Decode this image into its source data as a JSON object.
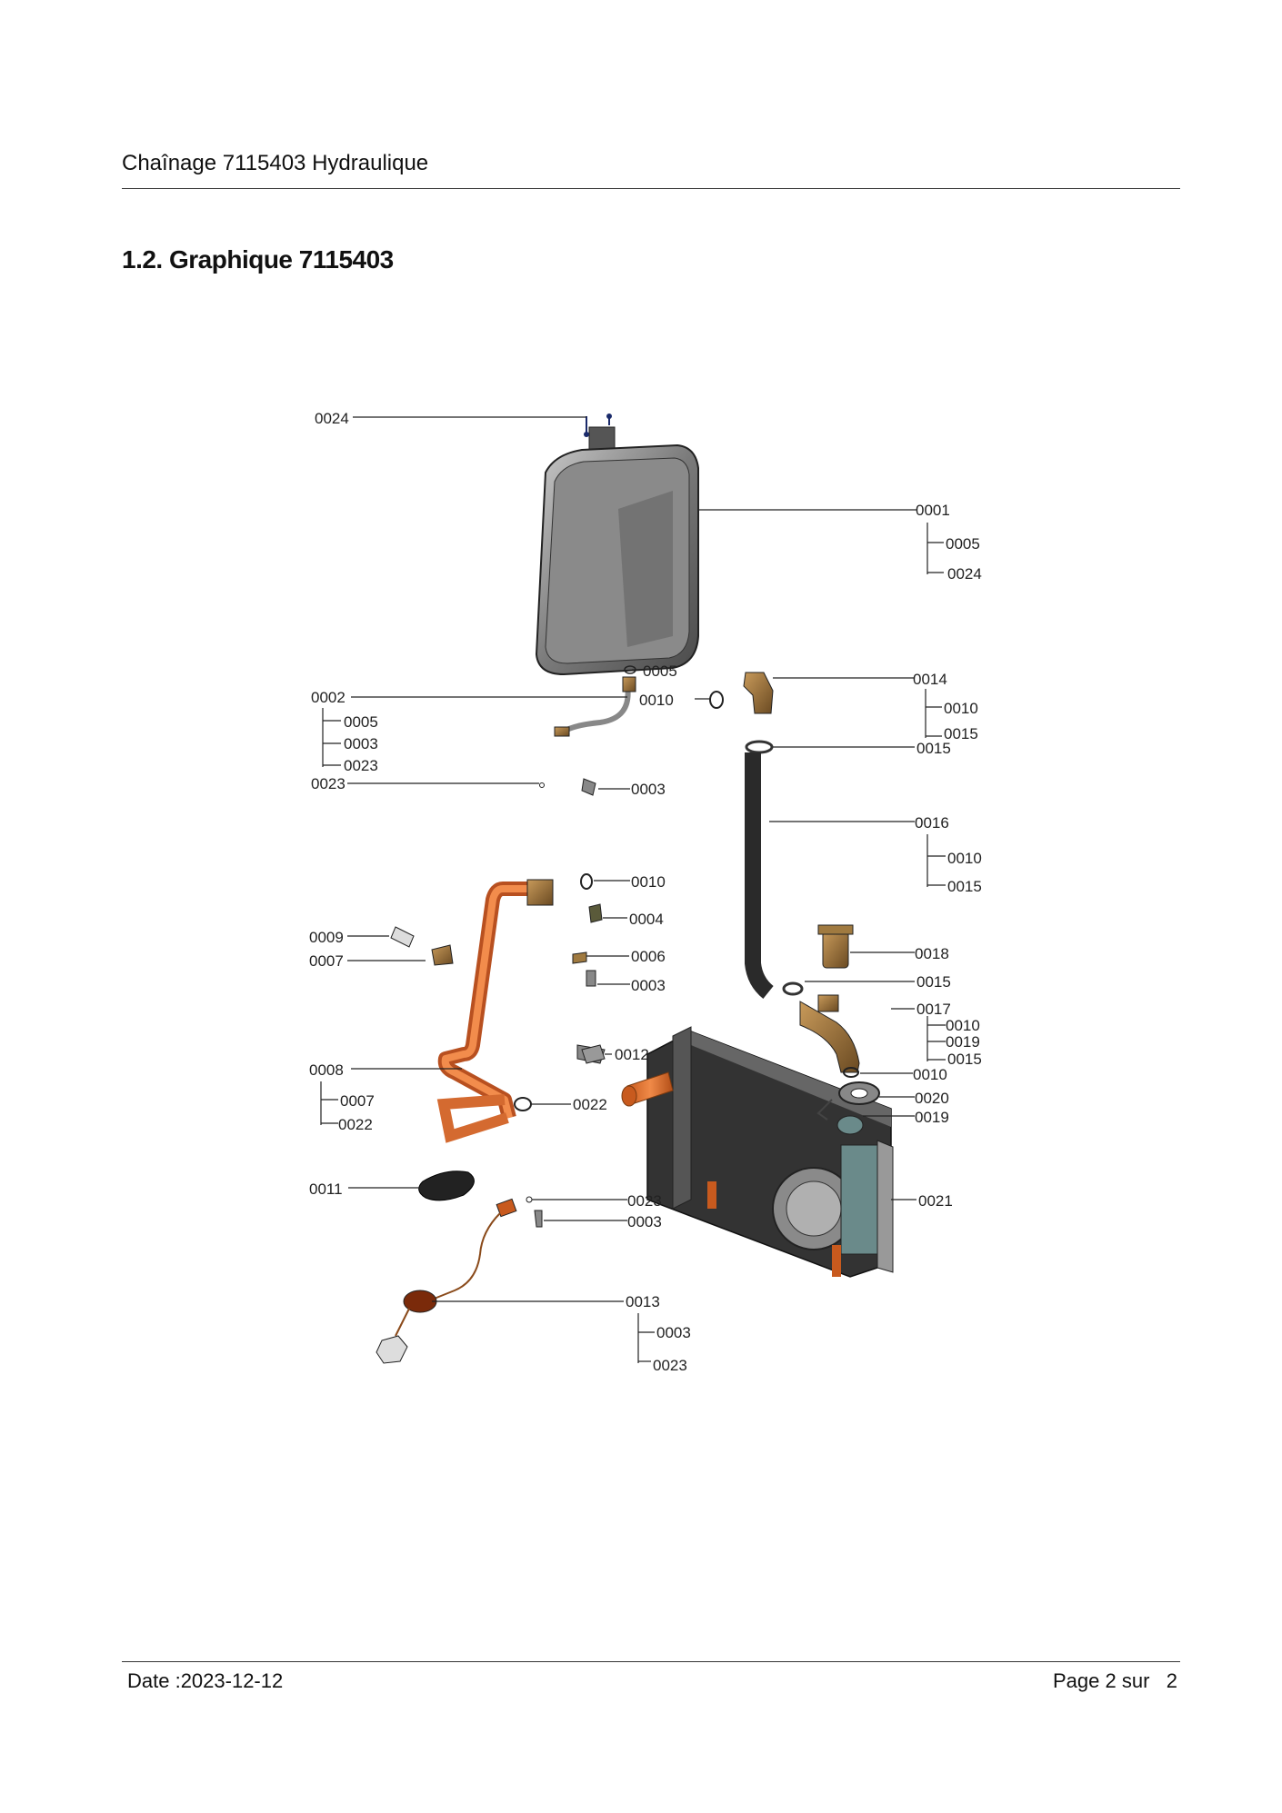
{
  "header": {
    "title": "Chaînage 7115403 Hydraulique"
  },
  "section": {
    "title": "1.2. Graphique 7115403"
  },
  "diagram": {
    "callouts": [
      {
        "text": "0024"
      },
      {
        "text": "0001"
      },
      {
        "text": "0005"
      },
      {
        "text": "0024"
      },
      {
        "text": "0005"
      },
      {
        "text": "0010"
      },
      {
        "text": "0014"
      },
      {
        "text": "0010"
      },
      {
        "text": "0015"
      },
      {
        "text": "0015"
      },
      {
        "text": "0002"
      },
      {
        "text": "0005"
      },
      {
        "text": "0003"
      },
      {
        "text": "0023"
      },
      {
        "text": "0023"
      },
      {
        "text": "0003"
      },
      {
        "text": "0016"
      },
      {
        "text": "0010"
      },
      {
        "text": "0015"
      },
      {
        "text": "0010"
      },
      {
        "text": "0004"
      },
      {
        "text": "0009"
      },
      {
        "text": "0007"
      },
      {
        "text": "0006"
      },
      {
        "text": "0003"
      },
      {
        "text": "0018"
      },
      {
        "text": "0015"
      },
      {
        "text": "0017"
      },
      {
        "text": "0010"
      },
      {
        "text": "0019"
      },
      {
        "text": "0015"
      },
      {
        "text": "0010"
      },
      {
        "text": "0012"
      },
      {
        "text": "0008"
      },
      {
        "text": "0007"
      },
      {
        "text": "0022"
      },
      {
        "text": "0022"
      },
      {
        "text": "0020"
      },
      {
        "text": "0019"
      },
      {
        "text": "0011"
      },
      {
        "text": "0023"
      },
      {
        "text": "0003"
      },
      {
        "text": "0021"
      },
      {
        "text": "0013"
      },
      {
        "text": "0003"
      },
      {
        "text": "0023"
      }
    ]
  },
  "footer": {
    "date": "Date :2023-12-12",
    "page_label": "Page 2 sur",
    "page_total": "2"
  }
}
